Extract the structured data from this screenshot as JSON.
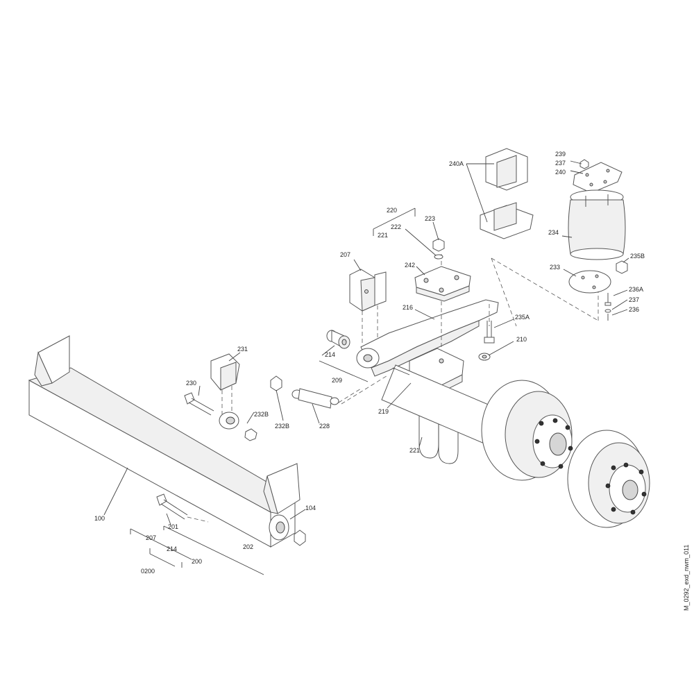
{
  "drawing_code": "M_0292_exd_nwm_011",
  "labels": {
    "l239": "239",
    "l237a": "237",
    "l240": "240",
    "l240A": "240A",
    "l220": "220",
    "l222": "222",
    "l223": "223",
    "l221a": "221",
    "l234": "234",
    "l235B": "235B",
    "l233": "233",
    "l236A": "236A",
    "l237b": "237",
    "l236": "236",
    "l207a": "207",
    "l242": "242",
    "l216": "216",
    "l235A": "235A",
    "l210": "210",
    "l231": "231",
    "l214a": "214",
    "l209": "209",
    "l230": "230",
    "l232Ba": "232B",
    "l232Bb": "232B",
    "l228": "228",
    "l219": "219",
    "l221b": "221",
    "l100": "100",
    "l104": "104",
    "l201": "201",
    "l207b": "207",
    "l214b": "214",
    "l200": "200",
    "l0200": "0200",
    "l202": "202"
  }
}
